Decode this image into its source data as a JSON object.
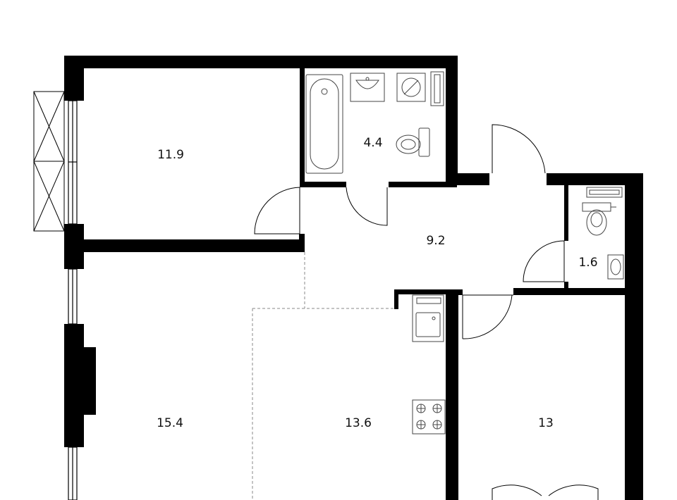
{
  "colors": {
    "wall": "#000000",
    "fixture": "#444444",
    "dashed": "#888888",
    "background": "#ffffff"
  },
  "rooms": [
    {
      "id": "bedroom-top-left",
      "area": "11.9"
    },
    {
      "id": "bathroom",
      "area": "4.4"
    },
    {
      "id": "hallway",
      "area": "9.2"
    },
    {
      "id": "toilet",
      "area": "1.6"
    },
    {
      "id": "living-room",
      "area": "15.4"
    },
    {
      "id": "kitchen",
      "area": "13.6"
    },
    {
      "id": "bedroom-right",
      "area": "13"
    }
  ],
  "fixtures": [
    "bathtub-icon",
    "washbasin-icon",
    "washing-machine-icon",
    "toilet-icon",
    "sink-icon",
    "stove-icon"
  ]
}
